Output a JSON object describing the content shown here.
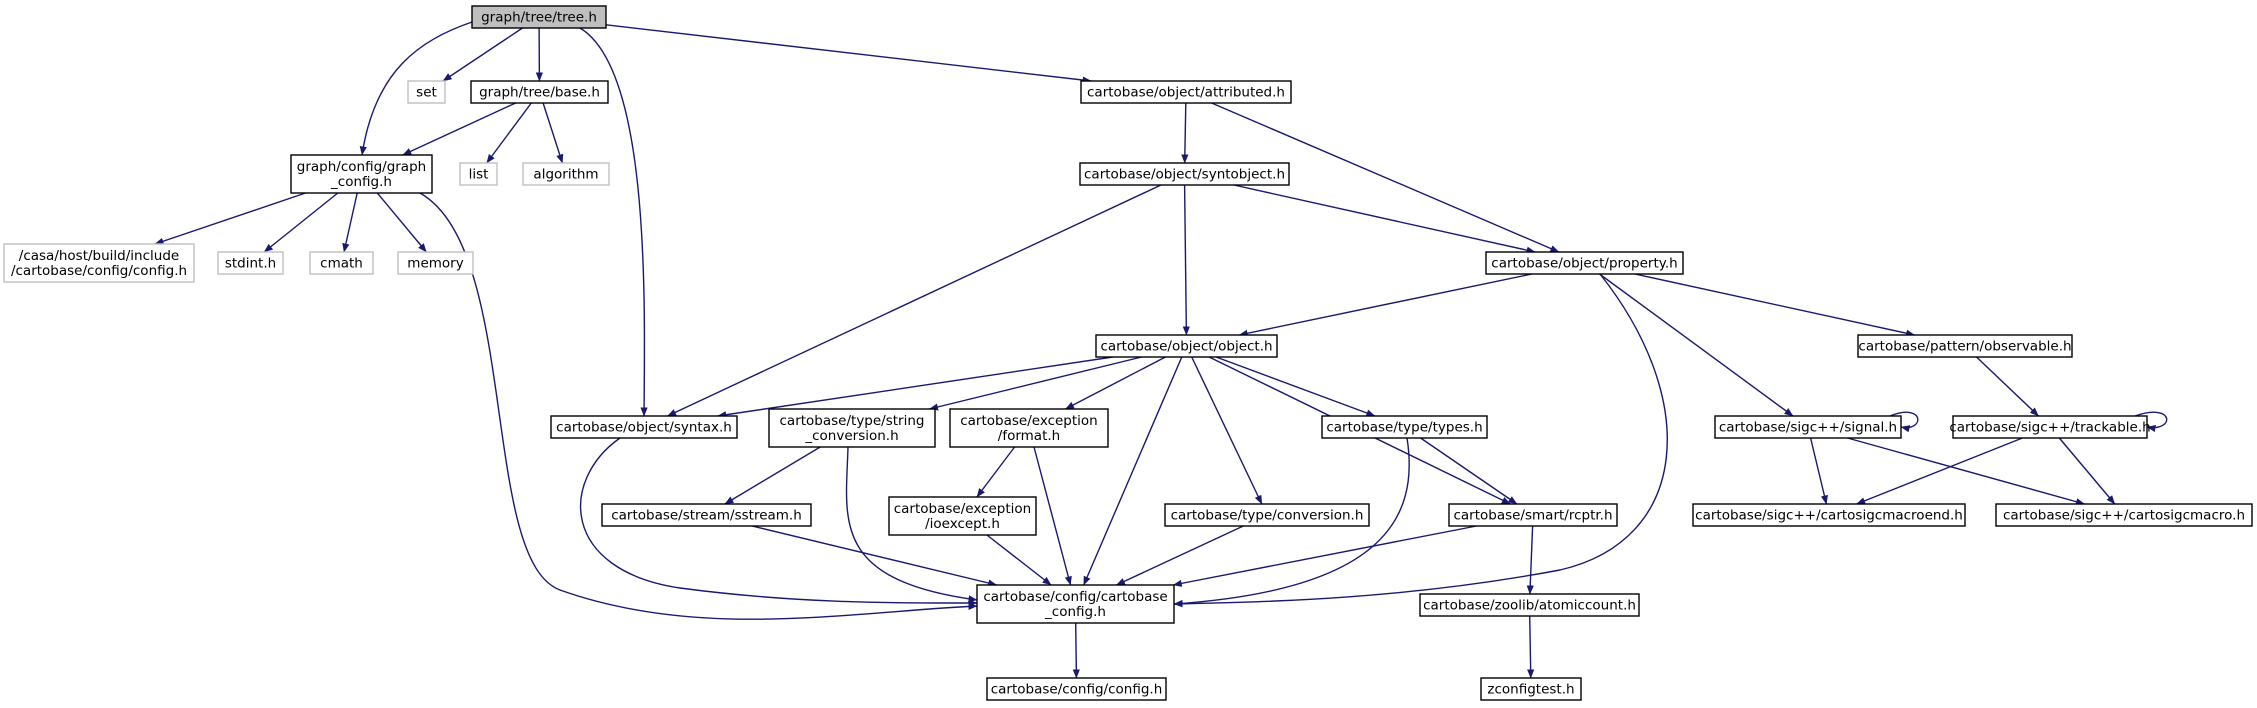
{
  "colors": {
    "edge": "#191970",
    "node_border": "#000000",
    "node_fill": "#ffffff",
    "root_fill": "#bfbfbf",
    "missing_border": "#bfbfbf",
    "text": "#000000"
  },
  "nodes": [
    {
      "id": "tree",
      "lines": [
        "graph/tree/tree.h"
      ],
      "kind": "root"
    },
    {
      "id": "set",
      "lines": [
        "set"
      ],
      "kind": "missing"
    },
    {
      "id": "base",
      "lines": [
        "graph/tree/base.h"
      ],
      "kind": "normal"
    },
    {
      "id": "list",
      "lines": [
        "list"
      ],
      "kind": "missing"
    },
    {
      "id": "algorithm",
      "lines": [
        "algorithm"
      ],
      "kind": "missing"
    },
    {
      "id": "graph_config",
      "lines": [
        "graph/config/graph",
        "_config.h"
      ],
      "kind": "normal"
    },
    {
      "id": "casa_config",
      "lines": [
        "/casa/host/build/include",
        "/cartobase/config/config.h"
      ],
      "kind": "missing"
    },
    {
      "id": "stdint",
      "lines": [
        "stdint.h"
      ],
      "kind": "missing"
    },
    {
      "id": "cmath",
      "lines": [
        "cmath"
      ],
      "kind": "missing"
    },
    {
      "id": "memory",
      "lines": [
        "memory"
      ],
      "kind": "missing"
    },
    {
      "id": "attributed",
      "lines": [
        "cartobase/object/attributed.h"
      ],
      "kind": "normal"
    },
    {
      "id": "syntobject",
      "lines": [
        "cartobase/object/syntobject.h"
      ],
      "kind": "normal"
    },
    {
      "id": "property",
      "lines": [
        "cartobase/object/property.h"
      ],
      "kind": "normal"
    },
    {
      "id": "object",
      "lines": [
        "cartobase/object/object.h"
      ],
      "kind": "normal"
    },
    {
      "id": "observable",
      "lines": [
        "cartobase/pattern/observable.h"
      ],
      "kind": "normal"
    },
    {
      "id": "syntax",
      "lines": [
        "cartobase/object/syntax.h"
      ],
      "kind": "normal"
    },
    {
      "id": "string_conv",
      "lines": [
        "cartobase/type/string",
        "_conversion.h"
      ],
      "kind": "normal"
    },
    {
      "id": "format",
      "lines": [
        "cartobase/exception",
        "/format.h"
      ],
      "kind": "normal"
    },
    {
      "id": "types",
      "lines": [
        "cartobase/type/types.h"
      ],
      "kind": "normal"
    },
    {
      "id": "signal",
      "lines": [
        "cartobase/sigc++/signal.h"
      ],
      "kind": "normal"
    },
    {
      "id": "trackable",
      "lines": [
        "cartobase/sigc++/trackable.h"
      ],
      "kind": "normal"
    },
    {
      "id": "sstream",
      "lines": [
        "cartobase/stream/sstream.h"
      ],
      "kind": "normal"
    },
    {
      "id": "ioexcept",
      "lines": [
        "cartobase/exception",
        "/ioexcept.h"
      ],
      "kind": "normal"
    },
    {
      "id": "conversion",
      "lines": [
        "cartobase/type/conversion.h"
      ],
      "kind": "normal"
    },
    {
      "id": "rcptr",
      "lines": [
        "cartobase/smart/rcptr.h"
      ],
      "kind": "normal"
    },
    {
      "id": "macroend",
      "lines": [
        "cartobase/sigc++/cartosigcmacroend.h"
      ],
      "kind": "normal"
    },
    {
      "id": "macro",
      "lines": [
        "cartobase/sigc++/cartosigcmacro.h"
      ],
      "kind": "normal"
    },
    {
      "id": "cartobase_config",
      "lines": [
        "cartobase/config/cartobase",
        "_config.h"
      ],
      "kind": "normal"
    },
    {
      "id": "atomiccount",
      "lines": [
        "cartobase/zoolib/atomiccount.h"
      ],
      "kind": "normal"
    },
    {
      "id": "config",
      "lines": [
        "cartobase/config/config.h"
      ],
      "kind": "normal"
    },
    {
      "id": "zconfigtest",
      "lines": [
        "zconfigtest.h"
      ],
      "kind": "normal"
    }
  ],
  "edges": [
    [
      "tree",
      "graph_config"
    ],
    [
      "tree",
      "set"
    ],
    [
      "tree",
      "base"
    ],
    [
      "tree",
      "syntax"
    ],
    [
      "tree",
      "attributed"
    ],
    [
      "base",
      "graph_config"
    ],
    [
      "base",
      "list"
    ],
    [
      "base",
      "algorithm"
    ],
    [
      "graph_config",
      "casa_config"
    ],
    [
      "graph_config",
      "stdint"
    ],
    [
      "graph_config",
      "cmath"
    ],
    [
      "graph_config",
      "memory"
    ],
    [
      "graph_config",
      "cartobase_config"
    ],
    [
      "attributed",
      "syntobject"
    ],
    [
      "attributed",
      "property"
    ],
    [
      "syntobject",
      "syntax"
    ],
    [
      "syntobject",
      "object"
    ],
    [
      "syntobject",
      "property"
    ],
    [
      "property",
      "object"
    ],
    [
      "property",
      "observable"
    ],
    [
      "property",
      "signal"
    ],
    [
      "property",
      "cartobase_config"
    ],
    [
      "object",
      "syntax"
    ],
    [
      "object",
      "string_conv"
    ],
    [
      "object",
      "format"
    ],
    [
      "object",
      "types"
    ],
    [
      "object",
      "conversion"
    ],
    [
      "object",
      "rcptr"
    ],
    [
      "object",
      "cartobase_config"
    ],
    [
      "observable",
      "trackable"
    ],
    [
      "syntax",
      "cartobase_config"
    ],
    [
      "string_conv",
      "sstream"
    ],
    [
      "string_conv",
      "cartobase_config"
    ],
    [
      "format",
      "ioexcept"
    ],
    [
      "format",
      "cartobase_config"
    ],
    [
      "types",
      "rcptr"
    ],
    [
      "types",
      "cartobase_config"
    ],
    [
      "signal",
      "signal"
    ],
    [
      "signal",
      "macroend"
    ],
    [
      "signal",
      "macro"
    ],
    [
      "trackable",
      "trackable"
    ],
    [
      "trackable",
      "macroend"
    ],
    [
      "trackable",
      "macro"
    ],
    [
      "sstream",
      "cartobase_config"
    ],
    [
      "ioexcept",
      "cartobase_config"
    ],
    [
      "conversion",
      "cartobase_config"
    ],
    [
      "rcptr",
      "cartobase_config"
    ],
    [
      "rcptr",
      "atomiccount"
    ],
    [
      "cartobase_config",
      "config"
    ],
    [
      "atomiccount",
      "zconfigtest"
    ]
  ]
}
